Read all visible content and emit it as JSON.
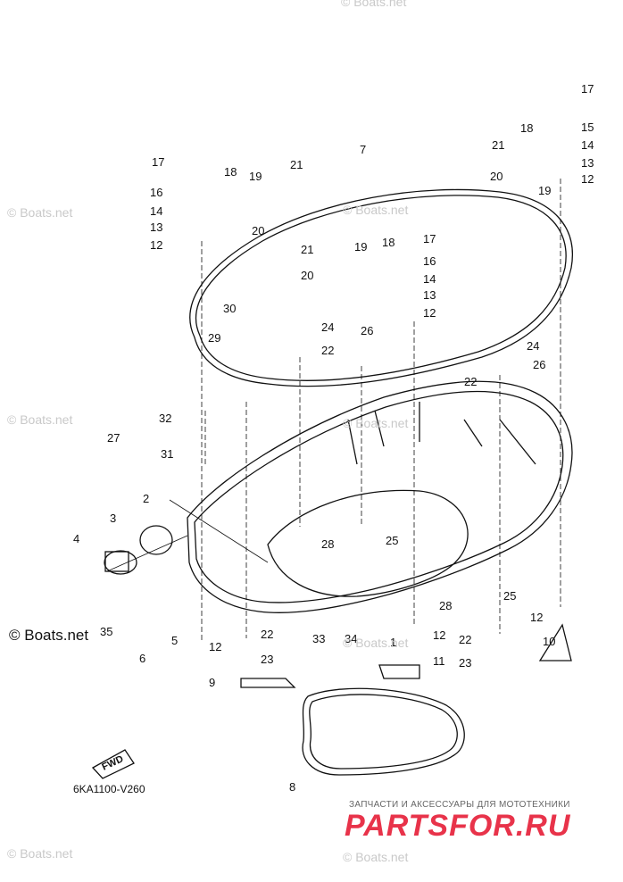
{
  "diagram": {
    "code": "6KA1100-V260",
    "fwd_label": "FWD",
    "callouts": [
      "17",
      "18",
      "19",
      "21",
      "16",
      "14",
      "13",
      "12",
      "20",
      "7",
      "15",
      "21",
      "18",
      "14",
      "13",
      "12",
      "20",
      "19",
      "21",
      "19",
      "18",
      "17",
      "16",
      "20",
      "14",
      "13",
      "12",
      "30",
      "29",
      "24",
      "22",
      "26",
      "24",
      "22",
      "26",
      "32",
      "27",
      "31",
      "2",
      "3",
      "4",
      "35",
      "6",
      "5",
      "28",
      "25",
      "12",
      "22",
      "33",
      "34",
      "1",
      "12",
      "28",
      "22",
      "12",
      "25",
      "10",
      "23",
      "23",
      "11",
      "9",
      "8"
    ]
  },
  "watermarks": {
    "site": "© Boats.net",
    "brand_tagline": "ЗАПЧАСТИ И АКСЕССУАРЫ ДЛЯ МОТОТЕХНИКИ",
    "brand_name": "PARTSFOR.RU"
  }
}
